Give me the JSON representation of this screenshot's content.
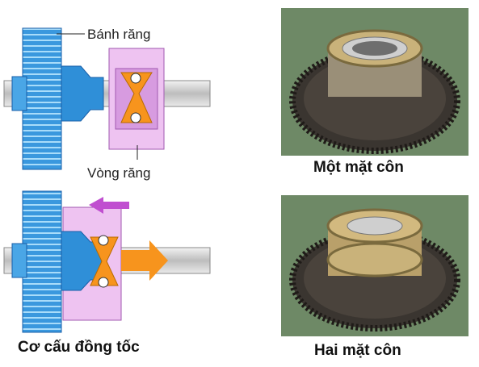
{
  "labels": {
    "banh_rang": "Bánh răng",
    "vong_rang": "Vòng răng",
    "co_cau": "Cơ cấu đồng tốc",
    "mot_mat_con": "Một mặt côn",
    "hai_mat_con": "Hai mặt côn"
  },
  "colors": {
    "gear_blue": "#2f8fd8",
    "sleeve_pink": "#e6b3ea",
    "sleeve_dark": "#b163c0",
    "arrow_orange": "#f7941d",
    "arrow_purple": "#c04fd0",
    "photo_bg": "#6f8a66"
  }
}
